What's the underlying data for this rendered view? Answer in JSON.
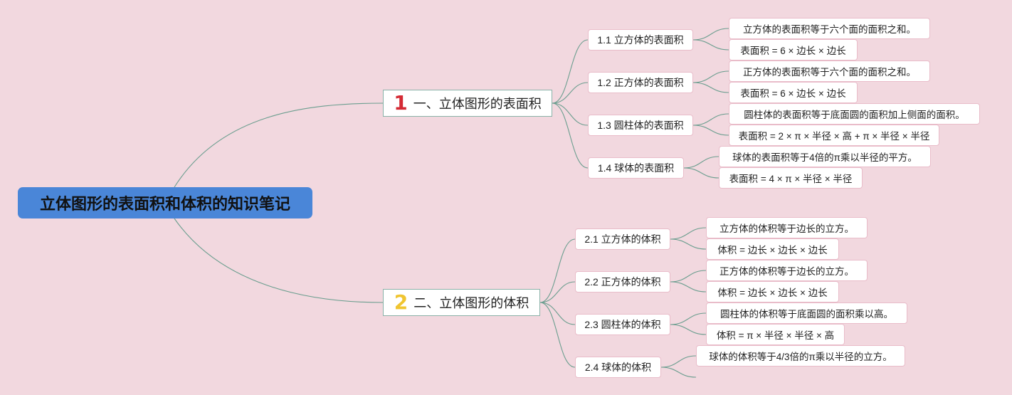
{
  "root": {
    "title": "立体图形的表面积和体积的知识笔记"
  },
  "branches": [
    {
      "number": "1",
      "label": "一、立体图形的表面积",
      "subs": [
        {
          "label": "1.1 立方体的表面积",
          "notes": [
            "立方体的表面积等于六个面的面积之和。",
            "表面积 = 6 × 边长 × 边长"
          ]
        },
        {
          "label": "1.2 正方体的表面积",
          "notes": [
            "正方体的表面积等于六个面的面积之和。",
            "表面积 = 6 × 边长 × 边长"
          ]
        },
        {
          "label": "1.3 圆柱体的表面积",
          "notes": [
            "圆柱体的表面积等于底面圆的面积加上侧面的面积。",
            "表面积 = 2 × π × 半径 × 高 + π × 半径 × 半径"
          ]
        },
        {
          "label": "1.4 球体的表面积",
          "notes": [
            "球体的表面积等于4倍的π乘以半径的平方。",
            "表面积 = 4 × π × 半径 × 半径"
          ]
        }
      ]
    },
    {
      "number": "2",
      "label": "二、立体图形的体积",
      "subs": [
        {
          "label": "2.1 立方体的体积",
          "notes": [
            "立方体的体积等于边长的立方。",
            "体积 = 边长 × 边长 × 边长"
          ]
        },
        {
          "label": "2.2 正方体的体积",
          "notes": [
            "正方体的体积等于边长的立方。",
            "体积 = 边长 × 边长 × 边长"
          ]
        },
        {
          "label": "2.3 圆柱体的体积",
          "notes": [
            "圆柱体的体积等于底面圆的面积乘以高。",
            "体积 = π × 半径 × 半径 × 高"
          ]
        },
        {
          "label": "2.4 球体的体积",
          "notes": [
            "球体的体积等于4/3倍的π乘以半径的立方。"
          ]
        }
      ]
    }
  ],
  "colors": {
    "background": "#f2d8df",
    "root_fill": "#4a86d8",
    "connector": "#6b9e8f",
    "number_1": "#d42a34",
    "number_2": "#f0c531"
  }
}
